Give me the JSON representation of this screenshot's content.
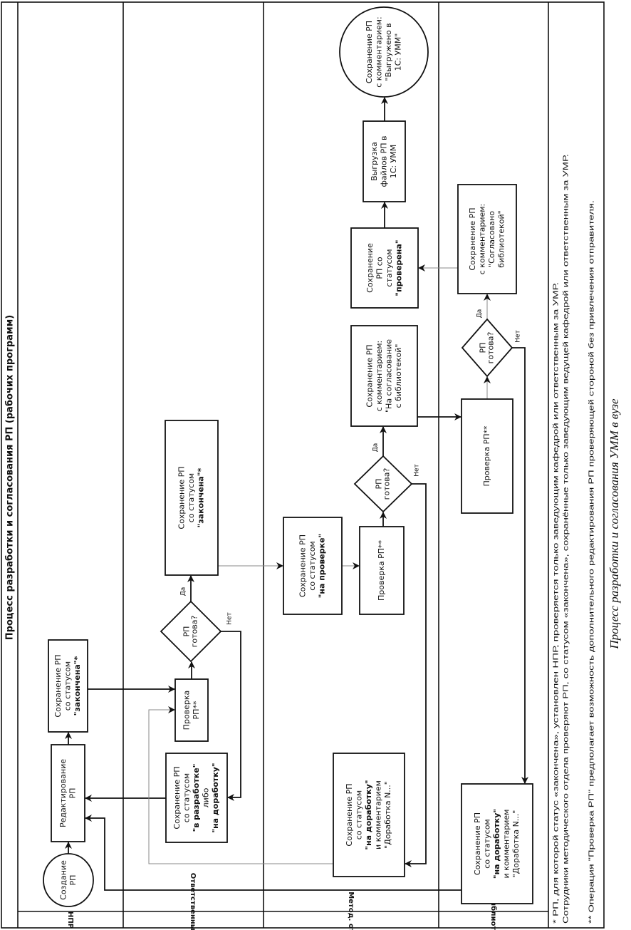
{
  "title": "Процесс разработки и согласования РП (рабочих программ)",
  "lanes": [
    "НПР",
    "Ответственный за УМР",
    "Метод. отдел",
    "Библиотека"
  ],
  "nodes": {
    "create": {
      "shape": "ellipse",
      "lines": [
        {
          "t": "Создание"
        },
        {
          "t": "РП"
        }
      ]
    },
    "edit": {
      "shape": "rect",
      "lines": [
        {
          "t": "Редактирование"
        },
        {
          "t": "РП"
        }
      ]
    },
    "npr_done": {
      "shape": "rect",
      "lines": [
        {
          "t": "Сохранение РП"
        },
        {
          "t": "со статусом"
        },
        {
          "t": "\"закончена\"*",
          "b": true
        }
      ]
    },
    "otv_check": {
      "shape": "rect",
      "lines": [
        {
          "t": "Проверка"
        },
        {
          "t": "РП**"
        }
      ]
    },
    "otv_decision": {
      "shape": "diamond",
      "lines": [
        {
          "t": "РП"
        },
        {
          "t": "готова?"
        }
      ]
    },
    "otv_done": {
      "shape": "rect",
      "lines": [
        {
          "t": "Сохранение РП"
        },
        {
          "t": "со статусом"
        },
        {
          "t": "\"закончена\"*",
          "b": true
        }
      ]
    },
    "otv_rework": {
      "shape": "rect",
      "lines": [
        {
          "t": "Сохранение РП"
        },
        {
          "t": "со статусом"
        },
        {
          "t": "\"в разработке\"",
          "b": true
        },
        {
          "t": "либо"
        },
        {
          "t": "\"на доработку\"",
          "b": true
        }
      ]
    },
    "met_status": {
      "shape": "rect",
      "lines": [
        {
          "t": "Сохранение РП"
        },
        {
          "t": "со статусом"
        },
        {
          "t": "\"на проверке\"",
          "b": true
        }
      ]
    },
    "met_check": {
      "shape": "rect",
      "lines": [
        {
          "t": "Проверка РП**"
        }
      ]
    },
    "met_decision": {
      "shape": "diamond",
      "lines": [
        {
          "t": "РП"
        },
        {
          "t": "готова?"
        }
      ]
    },
    "met_to_lib": {
      "shape": "rect",
      "lines": [
        {
          "t": "Сохранение РП"
        },
        {
          "t": "с комментарием:"
        },
        {
          "t": "\"На согласование"
        },
        {
          "t": "с библиотекой\""
        }
      ]
    },
    "met_rework": {
      "shape": "rect",
      "lines": [
        {
          "t": "Сохранение РП"
        },
        {
          "t": "со статусом"
        },
        {
          "t": "\"на доработку\"",
          "b": true
        },
        {
          "t": "и комментарием"
        },
        {
          "t": "\"Доработка N...\""
        }
      ]
    },
    "met_checked": {
      "shape": "rect",
      "lines": [
        {
          "t": "Сохранение"
        },
        {
          "t": "РП со"
        },
        {
          "t": "статусом"
        },
        {
          "t": "\"проверена\"",
          "b": true
        }
      ]
    },
    "export": {
      "shape": "rect",
      "lines": [
        {
          "t": "Выгрузка"
        },
        {
          "t": "файлов РП в"
        },
        {
          "t": "1С: УММ"
        }
      ]
    },
    "end": {
      "shape": "circle",
      "lines": [
        {
          "t": "Сохранение РП"
        },
        {
          "t": "с комментарием:"
        },
        {
          "t": "\"Выгружено в"
        },
        {
          "t": "1С: УММ\""
        }
      ]
    },
    "lib_check": {
      "shape": "rect",
      "lines": [
        {
          "t": "Проверка РП**"
        }
      ]
    },
    "lib_decision": {
      "shape": "diamond",
      "lines": [
        {
          "t": "РП"
        },
        {
          "t": "готова?"
        }
      ]
    },
    "lib_ok": {
      "shape": "rect",
      "lines": [
        {
          "t": "Сохранение РП"
        },
        {
          "t": "с комментарием:"
        },
        {
          "t": "\"Согласовано"
        },
        {
          "t": "библиотекой\""
        }
      ]
    },
    "lib_rework": {
      "shape": "rect",
      "lines": [
        {
          "t": "Сохранение РП"
        },
        {
          "t": "со статусом"
        },
        {
          "t": "\"на доработку\"",
          "b": true
        },
        {
          "t": "и комментарием"
        },
        {
          "t": "\"Доработка N...\""
        }
      ]
    }
  },
  "branch_labels": {
    "yes": "Да",
    "no": "Нет"
  },
  "footnotes": [
    "* РП, для которой статус «закончена», установлен НПР, проверяется только заведующим кафедрой или ответственным за УМР.",
    "Сотрудники методического отдела проверяют РП, со статусом «закончена», сохранённые только заведующим ведущей кафедрой или ответственным за УМР.",
    "** Операция \"Проверка РП\" предполагает возможность дополнительного редактирования РП проверяющей стороной без привлечения отправителя."
  ],
  "caption": "Процесс разработки и согласования УММ в вузе"
}
